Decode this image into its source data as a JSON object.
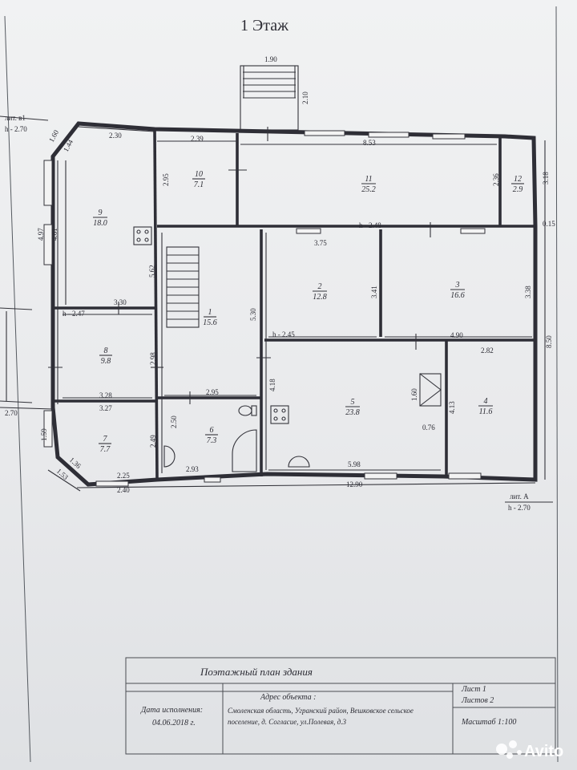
{
  "title": "1 Этаж",
  "annotations": {
    "lit_b1": "лит. в1",
    "h_b1": "h - 2.70",
    "lit_a": "лит. А",
    "h_a": "h - 2.70"
  },
  "rooms": [
    {
      "num": "1",
      "area": "15.6"
    },
    {
      "num": "2",
      "area": "12.8"
    },
    {
      "num": "3",
      "area": "16.6"
    },
    {
      "num": "4",
      "area": "11.6"
    },
    {
      "num": "5",
      "area": "23.8"
    },
    {
      "num": "6",
      "area": "7.3"
    },
    {
      "num": "7",
      "area": "7.7"
    },
    {
      "num": "8",
      "area": "9.8"
    },
    {
      "num": "9",
      "area": "18.0"
    },
    {
      "num": "10",
      "area": "7.1"
    },
    {
      "num": "11",
      "area": "25.2"
    },
    {
      "num": "12",
      "area": "2.9"
    }
  ],
  "dimensions": {
    "porch_w": "1.90",
    "porch_d": "2.10",
    "d160": "1.60",
    "d144": "1.44",
    "d230": "2.30",
    "d239": "2.39",
    "d853": "8.53",
    "d295": "2.95",
    "d236": "2.36",
    "d318": "3.18",
    "d015": "0.15",
    "d497": "4.97",
    "d461": "4.61",
    "d562": "5.62",
    "h248": "h - 2.48",
    "d375": "3.75",
    "d341": "3.41",
    "d338": "3.38",
    "h247": "h - 2.47",
    "d330": "3.30",
    "d530": "5.30",
    "h245": "h - 2.45",
    "d490": "4.90",
    "d282": "2.82",
    "d850": "8.50",
    "d298": "2.98",
    "d418": "4.18",
    "d160b": "1.60",
    "d413": "4.13",
    "d076": "0.76",
    "d328": "3.28",
    "d327": "3.27",
    "d295b": "2.95",
    "d270": "2.70",
    "d159": "1.59",
    "d250": "2.50",
    "d249": "2.49",
    "d136": "1.36",
    "d153": "1.53",
    "d225": "2.25",
    "d240": "2.40",
    "d293": "2.93",
    "d598": "5.98",
    "d1290": "12.90"
  },
  "title_block": {
    "heading": "Поэтажный план  здания",
    "address_label": "Адрес объекта :",
    "sheet": "Лист    1",
    "sheets": "Листов   2",
    "date_label": "Дата исполнения:",
    "date": "04.06.2018 г.",
    "address_line1": "Смоленская область, Угранский район, Вешковское  сельское",
    "address_line2": "поселение, д. Согласие, ул.Полевая, д.3",
    "scale": "Масштаб  1:100"
  },
  "watermark": {
    "text": "Avito"
  },
  "colors": {
    "ink": "#2c2c34",
    "paper": "#eceeef",
    "avito_red": "#e84a3f",
    "avito_blue": "#2b7fd6"
  }
}
